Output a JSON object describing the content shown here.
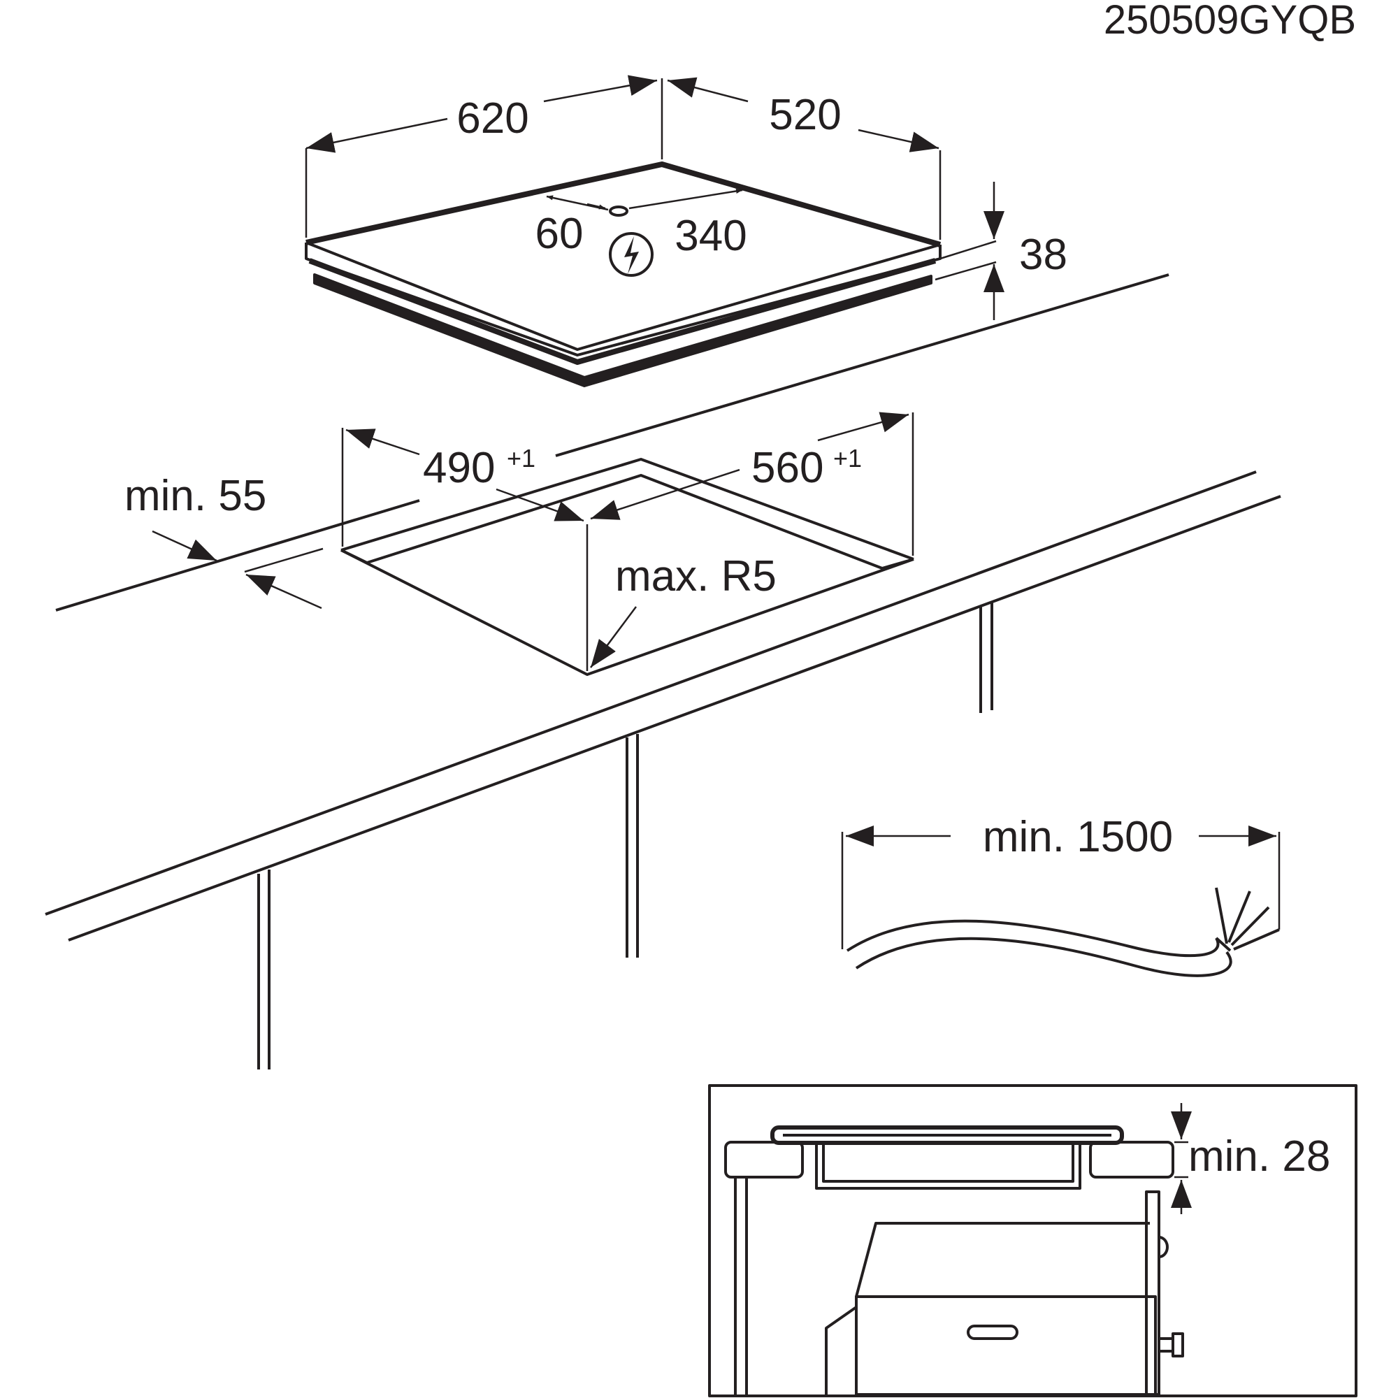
{
  "drawing_code": "250509GYQB",
  "hob": {
    "width": "620",
    "depth": "520",
    "height": "38",
    "connection_left": "60",
    "connection_right": "340",
    "power_symbol": "electric-bolt-icon"
  },
  "cutout": {
    "depth": "490",
    "depth_tolerance": "+1",
    "width": "560",
    "width_tolerance": "+1",
    "front_distance": "min. 55",
    "corner_radius": "max. R5"
  },
  "cable": {
    "length": "min. 1500"
  },
  "section": {
    "clearance": "min. 28"
  },
  "colors": {
    "ink": "#231f20",
    "background": "#ffffff"
  }
}
